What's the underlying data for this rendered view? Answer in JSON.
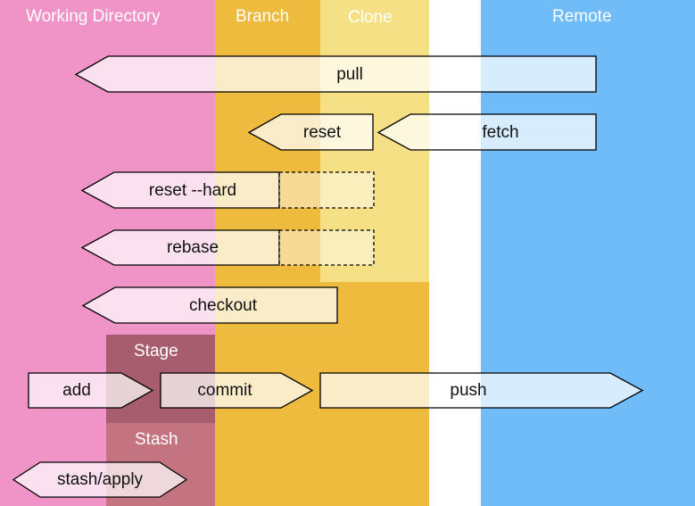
{
  "zones": {
    "working_directory": {
      "label": "Working Directory",
      "color": "#f093c6"
    },
    "branch": {
      "label": "Branch",
      "color": "#eebb3f"
    },
    "clone": {
      "label": "Clone",
      "color": "#f5e086"
    },
    "remote": {
      "label": "Remote",
      "color": "#70bcf8"
    },
    "stage": {
      "label": "Stage",
      "color": "#a85d6e"
    },
    "stash": {
      "label": "Stash",
      "color": "#c47480"
    }
  },
  "commands": {
    "pull": "pull",
    "reset": "reset",
    "fetch": "fetch",
    "reset_hard": "reset --hard",
    "rebase": "rebase",
    "checkout": "checkout",
    "add": "add",
    "commit": "commit",
    "push": "push",
    "stash_apply": "stash/apply"
  }
}
